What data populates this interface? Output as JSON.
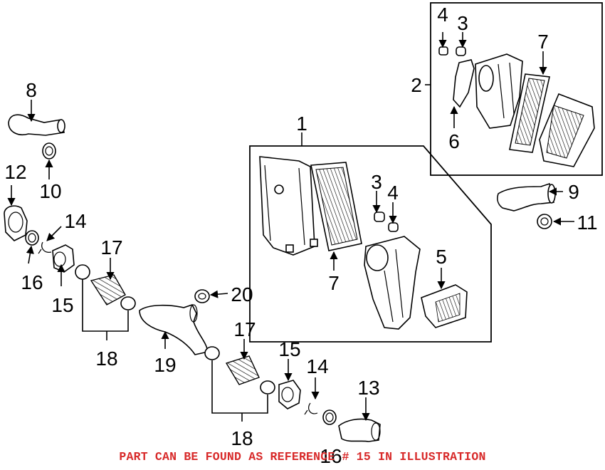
{
  "callouts": [
    "1",
    "2",
    "3",
    "4",
    "5",
    "6",
    "7",
    "8",
    "9",
    "10",
    "11",
    "12",
    "13",
    "14",
    "15",
    "16",
    "17",
    "18",
    "19",
    "20"
  ],
  "notice": "PART CAN BE FOUND AS REFERENCE # 15 IN ILLUSTRATION",
  "colors": {
    "notice": "#d82a2a",
    "line": "#000000",
    "background": "#ffffff"
  }
}
